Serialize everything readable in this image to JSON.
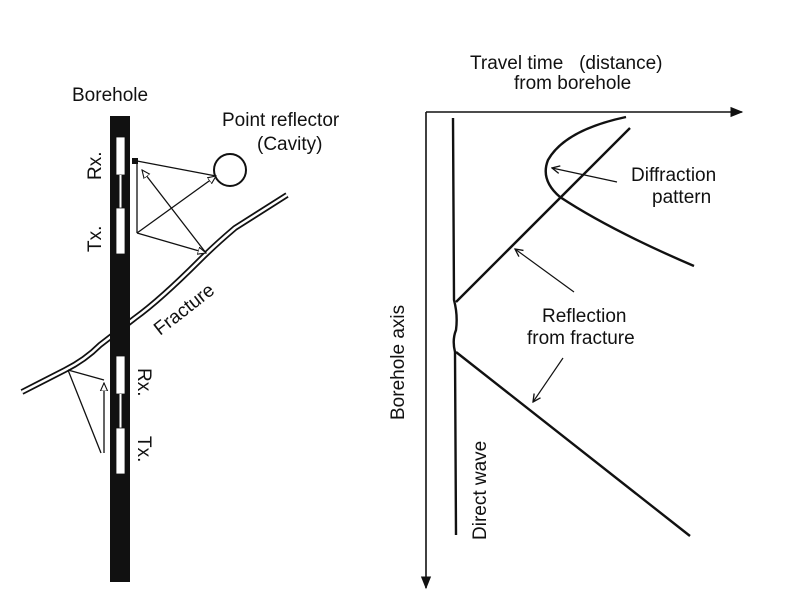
{
  "left_panel": {
    "borehole_label": "Borehole",
    "point_reflector_label_line1": "Point reflector",
    "point_reflector_label_line2": "(Cavity)",
    "upper_receiver_label": "Rx.",
    "upper_transmitter_label": "Tx.",
    "lower_receiver_label": "Rx.",
    "lower_transmitter_label": "Tx.",
    "fracture_label": "Fracture"
  },
  "right_panel": {
    "x_axis_label_line1": "Travel time   (distance)",
    "x_axis_label_line2": "from borehole",
    "y_axis_label": "Borehole axis",
    "diffraction_label_line1": "Diffraction",
    "diffraction_label_line2": "pattern",
    "reflection_label_line1": "Reflection",
    "reflection_label_line2": "from fracture",
    "direct_wave_label": "Direct wave"
  },
  "colors": {
    "ink": "#111111",
    "background": "#ffffff"
  }
}
